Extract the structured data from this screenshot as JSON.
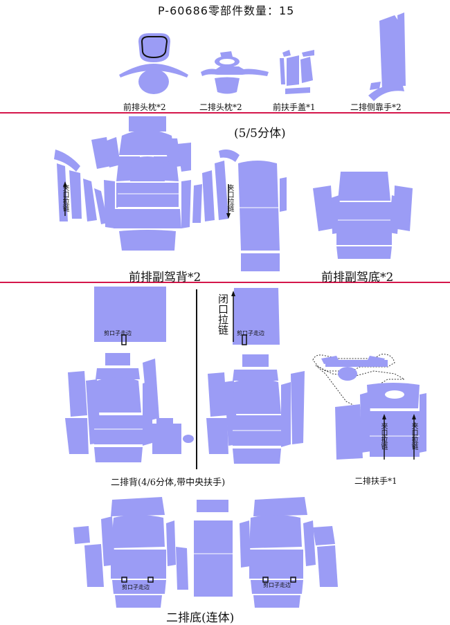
{
  "title": "P-60686零部件数量：15",
  "section1": {
    "labels": [
      "前排头枕*2",
      "二排头枕*2",
      "前扶手盖*1",
      "二排侧靠手*2"
    ]
  },
  "section2": {
    "split_note": "(5/5分体)",
    "zipper_left": "夹口拉链",
    "zipper_mid": "夹口拉链",
    "label_back": "前排副驾背*2",
    "label_base": "前排副驾底*2"
  },
  "section3": {
    "cut_note_1": "剪口子走边",
    "cut_note_2": "剪口子走边",
    "zipper_close": "闭口拉链",
    "label_back": "二排背(4/6分体,带中央扶手)",
    "zipper_arm_left": "夹口拉链",
    "zipper_arm_right": "夹口拉链",
    "label_armrest": "二排扶手*1"
  },
  "section4": {
    "cut_note_1": "剪口子走边",
    "cut_note_2": "剪口子走边",
    "label_base": "二排底(连体)"
  },
  "colors": {
    "piece": "#9b9cf5",
    "divider": "#d4154a",
    "outline": "#111111"
  }
}
